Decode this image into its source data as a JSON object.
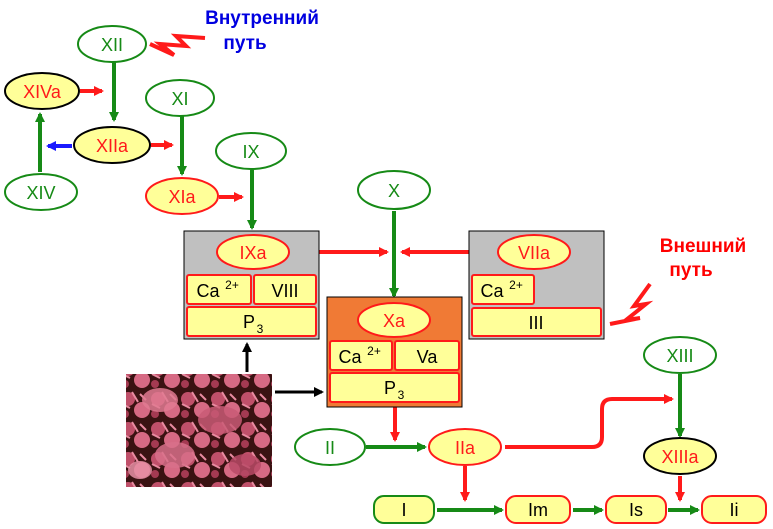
{
  "pathways": {
    "intrinsic": {
      "line1": "Внутренний",
      "line2": "путь",
      "color": "#0000e0"
    },
    "extrinsic": {
      "line1": "Внешний",
      "line2": "путь",
      "color": "#ff0000"
    }
  },
  "factors": {
    "xii": "XII",
    "xiva": "XIVa",
    "xiia": "XIIa",
    "xiv": "XIV",
    "xi": "XI",
    "xia": "XIa",
    "ix": "IX",
    "x": "X",
    "ixa": "IXa",
    "viia": "VIIa",
    "xa": "Xa",
    "ii": "II",
    "iia": "IIa",
    "xiii": "XIII",
    "xiiia": "XIIIa"
  },
  "complexes": {
    "tenase_intrinsic": {
      "ca": "Ca",
      "ca_sup": "2+",
      "cofactor": "VIII",
      "p": "P",
      "p_sub": "3"
    },
    "tenase_extrinsic": {
      "ca": "Ca",
      "ca_sup": "2+",
      "cofactor": "III"
    },
    "prothrombinase": {
      "ca": "Ca",
      "ca_sup": "2+",
      "cofactor": "Va",
      "p": "P",
      "p_sub": "3"
    }
  },
  "fibrin_chain": {
    "i": "I",
    "im": "Im",
    "is": "Is",
    "ii": "Ii"
  },
  "colors": {
    "green": "#168a16",
    "red": "#ff1a1a",
    "yellow": "#ffff99",
    "gray": "#c0c0c0",
    "orange": "#f07a35",
    "blue": "#1a1aff"
  },
  "icons": {
    "platelets_photo": "platelets-micrograph",
    "intrinsic_bolt": "lightning-bolt",
    "extrinsic_bolt": "lightning-bolt"
  }
}
